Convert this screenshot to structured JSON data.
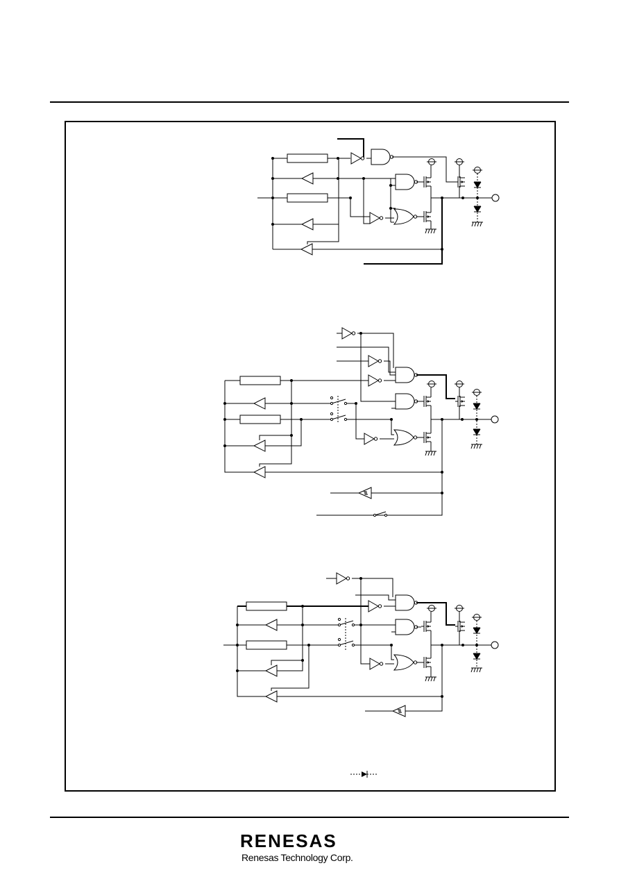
{
  "header": {},
  "footer": {
    "logo_wordmark": "RENESAS",
    "company_name": "Renesas Technology Corp."
  },
  "figure": {
    "circuits": [
      {
        "name": "circuit-top"
      },
      {
        "name": "circuit-middle"
      },
      {
        "name": "circuit-bottom"
      }
    ],
    "legend_symbol": "diode-symbol"
  }
}
